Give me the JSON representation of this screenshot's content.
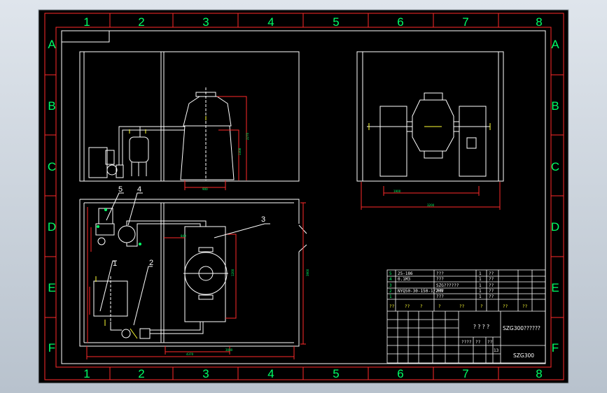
{
  "zone_columns": [
    "1",
    "2",
    "3",
    "4",
    "5",
    "6",
    "7",
    "8"
  ],
  "zone_rows": [
    "A",
    "B",
    "C",
    "D",
    "E",
    "F"
  ],
  "part_callouts": [
    "1",
    "2",
    "3",
    "4",
    "5"
  ],
  "bom": [
    {
      "no": "5",
      "spec": "25-186",
      "name": "???",
      "qty": "1",
      "mat": "??"
    },
    {
      "no": "4",
      "spec": "0.1M3",
      "name": "???",
      "qty": "1",
      "mat": "??"
    },
    {
      "no": "3",
      "spec": "",
      "name": "SZG??????",
      "qty": "1",
      "mat": "??"
    },
    {
      "no": "2",
      "spec": "NYQ50-30-150-1/2HN",
      "name": "???",
      "qty": "1",
      "mat": "??"
    },
    {
      "no": "1",
      "spec": "",
      "name": "???",
      "qty": "1",
      "mat": "??"
    }
  ],
  "bom_header": [
    "??",
    "??",
    "?",
    "?",
    "??",
    "?",
    "??",
    "??"
  ],
  "title_block": {
    "drawing_title": "? ? ? ?",
    "product_name": "SZG300??????",
    "drawing_number": "SZG300",
    "scale_label": "????",
    "sheet_label": "??",
    "sheet_count": "??",
    "sheet_total": "13"
  },
  "dims": {
    "front_width": "900",
    "front_height1": "2270",
    "front_height2": "1308",
    "side_width": "1900",
    "side_total": "3200",
    "plan_total": "4370",
    "plan_shell": "3080",
    "plan_height": "3900",
    "plan_vessel": "1200",
    "plan_offset": "840"
  }
}
